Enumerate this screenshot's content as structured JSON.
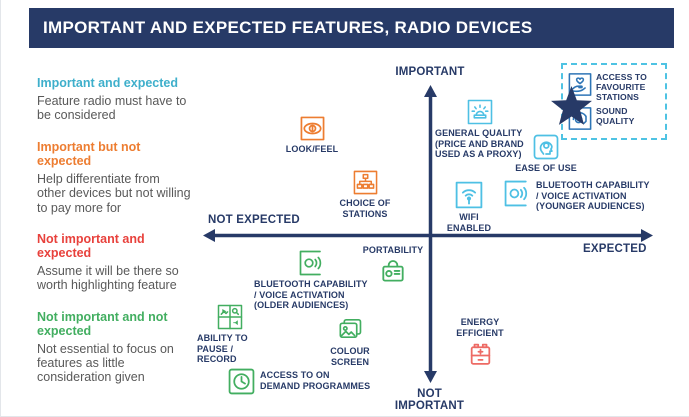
{
  "title": "IMPORTANT AND EXPECTED FEATURES, RADIO DEVICES",
  "colors": {
    "title_bar_bg": "#273A67",
    "axis_navy": "#273A67",
    "teal": "#3EAFCB",
    "orange": "#ED7D31",
    "red": "#E8413C",
    "green": "#42AE60",
    "cyan_icon": "#4EC0E4",
    "blue_icon": "#2E75B6",
    "battery_red": "#ED6A64",
    "body_text": "#595959",
    "highlight_box_border": "#4FC3E3"
  },
  "legend": {
    "items": [
      {
        "heading": "Important and expected",
        "body": "Feature radio must have to\nbe considered",
        "color": "#3EAFCB"
      },
      {
        "heading": "Important but not\nexpected",
        "body": "Help differentiate from\nother devices but not willing\nto pay more for",
        "color": "#ED7D31"
      },
      {
        "heading": "Not important and\nexpected",
        "body": "Assume it will be there so\nworth highlighting feature",
        "color": "#E8413C"
      },
      {
        "heading": "Not important and not\nexpected",
        "body": "Not essential to focus on\nfeatures as little\nconsideration given",
        "color": "#42AE60"
      }
    ]
  },
  "chart_data": {
    "type": "scatter",
    "title": "IMPORTANT AND EXPECTED FEATURES, RADIO DEVICES",
    "axis_labels": {
      "top": "IMPORTANT",
      "bottom": "NOT IMPORTANT",
      "left": "NOT EXPECTED",
      "right": "EXPECTED"
    },
    "x_range": [
      -1,
      1
    ],
    "y_range": [
      -1,
      1
    ],
    "grid": false,
    "legend_position": "left",
    "categories": [
      "Important and expected",
      "Important but not expected",
      "Not important and expected",
      "Not important and not expected"
    ],
    "highlight": {
      "style": "dashed box with star",
      "points": [
        "ACCESS TO FAVOURITE STATIONS",
        "SOUND QUALITY"
      ]
    },
    "points": [
      {
        "name": "LOOK/FEEL",
        "label": "LOOK/FEEL",
        "category": "Important but not expected",
        "color": "#ED7D31",
        "x": -0.52,
        "y": 0.71
      },
      {
        "name": "CHOICE OF STATIONS",
        "label": "CHOICE OF STATIONS",
        "category": "Important but not expected",
        "color": "#ED7D31",
        "x": -0.29,
        "y": 0.36
      },
      {
        "name": "GENERAL QUALITY (PRICE AND BRAND USED AS A PROXY)",
        "label": "GENERAL QUALITY\n(PRICE AND BRAND\nUSED AS A PROXY)",
        "category": "Important and expected",
        "color": "#4EC0E4",
        "x": 0.2,
        "y": 0.83
      },
      {
        "name": "ACCESS TO FAVOURITE STATIONS",
        "label": "ACCESS TO\nFAVOURITE\nSTATIONS",
        "category": "Important and expected",
        "color": "#2E75B6",
        "x": 0.7,
        "y": 1.0,
        "starred": true
      },
      {
        "name": "SOUND QUALITY",
        "label": "SOUND\nQUALITY",
        "category": "Important and expected",
        "color": "#2E75B6",
        "x": 0.7,
        "y": 0.8,
        "starred": true
      },
      {
        "name": "EASE OF USE",
        "label": "EASE OF USE",
        "category": "Important and expected",
        "color": "#4EC0E4",
        "x": 0.51,
        "y": 0.6
      },
      {
        "name": "BLUETOOTH CAPABILITY / VOICE ACTIVATION (YOUNGER AUDIENCES)",
        "label": "BLUETOOTH CAPABILITY\n/ VOICE ACTIVATION\n(YOUNGER AUDIENCES)",
        "category": "Important and expected",
        "color": "#4EC0E4",
        "x": 0.4,
        "y": 0.28
      },
      {
        "name": "WIFI ENABLED",
        "label": "WIFI ENABLED",
        "category": "Important and expected",
        "color": "#4EC0E4",
        "x": 0.18,
        "y": 0.28
      },
      {
        "name": "PORTABILITY",
        "label": "PORTABILITY",
        "category": "Not important and not expected",
        "color": "#42AE60",
        "x": -0.17,
        "y": -0.27
      },
      {
        "name": "BLUETOOTH CAPABILITY / VOICE ACTIVATION (OLDER AUDIENCES)",
        "label": "BLUETOOTH CAPABILITY\n/ VOICE ACTIVATION\n(OLDER AUDIENCES)",
        "category": "Not important and not expected",
        "color": "#42AE60",
        "x": -0.53,
        "y": -0.2
      },
      {
        "name": "ABILITY TO PAUSE / RECORD",
        "label": "ABILITY TO\nPAUSE / RECORD",
        "category": "Not important and not expected",
        "color": "#42AE60",
        "x": -0.88,
        "y": -0.57
      },
      {
        "name": "COLOUR SCREEN",
        "label": "COLOUR SCREEN",
        "category": "Not important and not expected",
        "color": "#42AE60",
        "x": -0.35,
        "y": -0.66
      },
      {
        "name": "ACCESS TO ON DEMAND PROGRAMMES",
        "label": "ACCESS TO ON\nDEMAND PROGRAMMES",
        "category": "Not important and not expected",
        "color": "#42AE60",
        "x": -0.84,
        "y": -1.0
      },
      {
        "name": "ENERGY EFFICIENT",
        "label": "ENERGY EFFICIENT",
        "category": "Not important and expected",
        "color": "#ED6A64",
        "x": 0.22,
        "y": -0.75
      }
    ]
  }
}
